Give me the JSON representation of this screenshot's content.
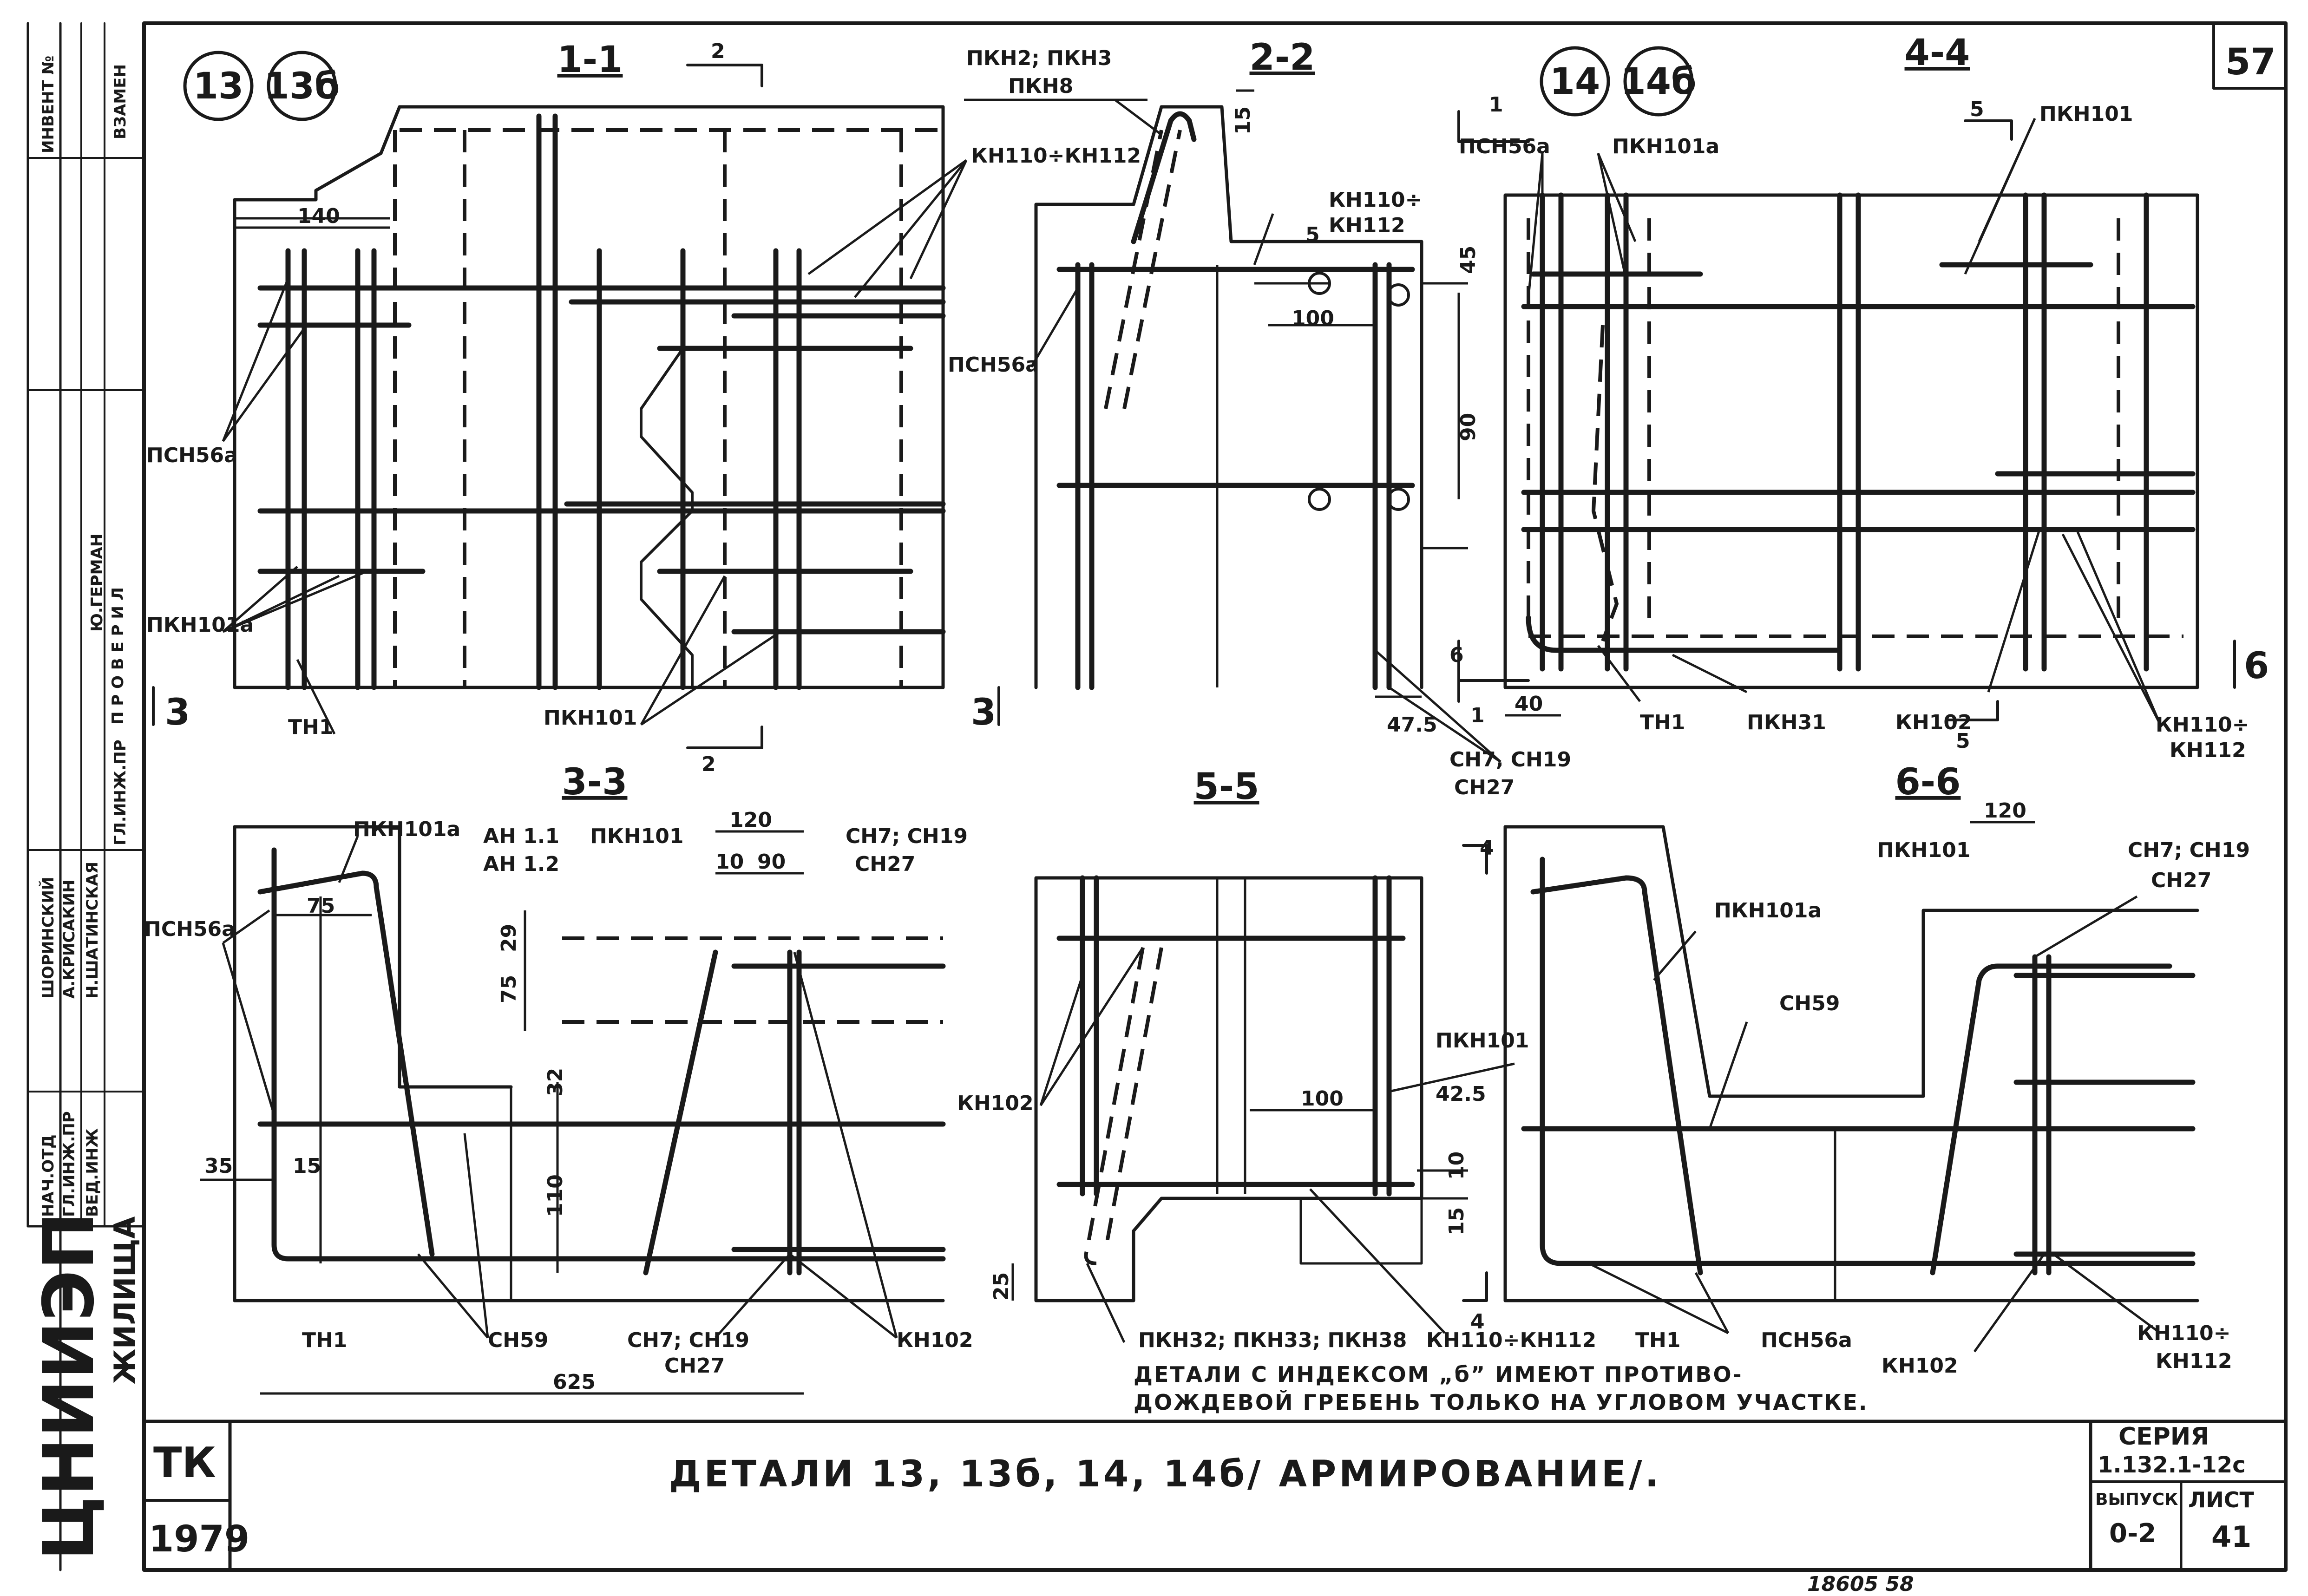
{
  "sheet": {
    "sheet_top_number": "57",
    "bottom_handwritten": "18605   58",
    "series_label": "СЕРИЯ",
    "series_code": "1.132.1-12с",
    "issue_label": "ВЫПУСК",
    "issue_value": "0-2",
    "sheet_label": "ЛИСТ",
    "sheet_value": "41",
    "code_tk": "ТК",
    "year": "1979",
    "org_logo": "ЦНИИЭП",
    "org_suffix": "ЖИЛИЩА",
    "main_title": "ДЕТАЛИ 13, 13б, 14, 14б/ АРМИРОВАНИЕ/.",
    "note_line1": "ДЕТАЛИ С ИНДЕКСОМ „б” ИМЕЮТ ПРОТИВО-",
    "note_line2": "ДОЖДЕВОЙ ГРЕБЕНЬ ТОЛЬКО НА УГЛОВОМ УЧАСТКЕ."
  },
  "stamp": {
    "inv_no": "ИНВЕНТ №",
    "replace": "ВЗАМЕН",
    "checked": "П Р О В Е Р И Л",
    "checked_name": "Ю.ГЕРМАН",
    "roles": [
      "ГЛ.ИНЖ.ПР",
      "НАЧ.ОТД",
      "ГЛ.ИНЖ.ПР",
      "ВЕД.ИНЖ"
    ],
    "names": [
      "ШОРИНСКИЙ",
      "А.КРИСАКИН",
      "Н.ШАТИНСКАЯ"
    ]
  },
  "details": {
    "d13": "13",
    "d13b": "13б",
    "d14": "14",
    "d14b": "14б"
  },
  "sections": {
    "s11": "1-1",
    "s22": "2-2",
    "s33": "3-3",
    "s44": "4-4",
    "s55": "5-5",
    "s66": "6-6"
  },
  "cut_marks": {
    "m1": "1",
    "m2": "2",
    "m3": "3",
    "m4": "4",
    "m5": "5",
    "m6": "6"
  },
  "labels": {
    "pkn2_pkn3": "ПКН2; ПКН3",
    "pkn8": "ПКН8",
    "kn110_112a": "КН110÷КН112",
    "kn110_top": "КН110÷",
    "kn112": "КН112",
    "psn56a": "ПСН56а",
    "pkn101a": "ПКН101а",
    "pkn101": "ПКН101",
    "tn1": "ТН1",
    "pkn31": "ПКН31",
    "kn102": "КН102",
    "sn7_sn19": "СН7, СН19",
    "sn27": "СН27",
    "sn7_sn19b": "СН7; СН19",
    "an11": "АН 1.1",
    "an12": "АН 1.2",
    "sn59": "СН59",
    "pkn32_33_38": "ПКН32; ПКН33; ПКН38",
    "kn110_112_low": "КН110÷КН112"
  },
  "dims": {
    "d140": "140",
    "d15": "15",
    "d5": "5",
    "d45": "45",
    "d100": "100",
    "d90": "90",
    "d47_5": "47.5",
    "d40": "40",
    "d75": "75",
    "d120": "120",
    "d10": "10",
    "d29": "29",
    "d32": "32",
    "d35": "35",
    "d110": "110",
    "d625": "625",
    "d42_5": "42.5",
    "d25": "25"
  }
}
